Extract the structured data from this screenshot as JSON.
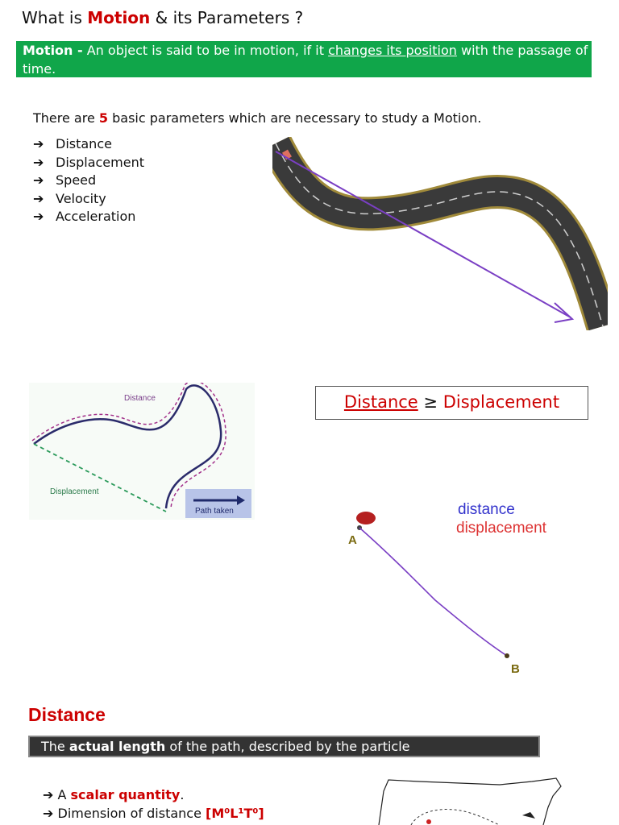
{
  "title": {
    "prefix": "What is ",
    "highlight": "Motion",
    "suffix": " & its Parameters ?"
  },
  "motion_def": {
    "term": "Motion -",
    "text1": " An object is said to be in motion, if it ",
    "underlined": "changes its position",
    "text2": " with the passage of time."
  },
  "intro": {
    "prefix": "There are ",
    "number": "5",
    "suffix": " basic parameters which are necessary to study a Motion."
  },
  "parameters": [
    "Distance",
    "Displacement",
    "Speed",
    "Velocity",
    "Acceleration"
  ],
  "figure_distance": {
    "distance_label": "Distance",
    "displacement_label": "Displacement",
    "path_label": "Path taken"
  },
  "inequality": {
    "left": "Distance",
    "symbol": "≥",
    "right": "Displacement"
  },
  "figure_ab": {
    "point_a": "A",
    "point_b": "B",
    "legend_distance": "distance",
    "legend_displacement": "displacement"
  },
  "distance_section": {
    "heading": "Distance",
    "definition": {
      "prefix": "The ",
      "bold": "actual length",
      "suffix": " of the path, described by the particle"
    },
    "bullets": [
      {
        "prefix": "A ",
        "highlight": "scalar quantity",
        "suffix": "."
      },
      {
        "prefix": "Dimension of distance ",
        "highlight": "[M⁰L¹T⁰]"
      }
    ]
  },
  "colors": {
    "accent_red": "#cc0000",
    "green_bar": "#10a64a",
    "purple_line": "#7a3fc4"
  }
}
